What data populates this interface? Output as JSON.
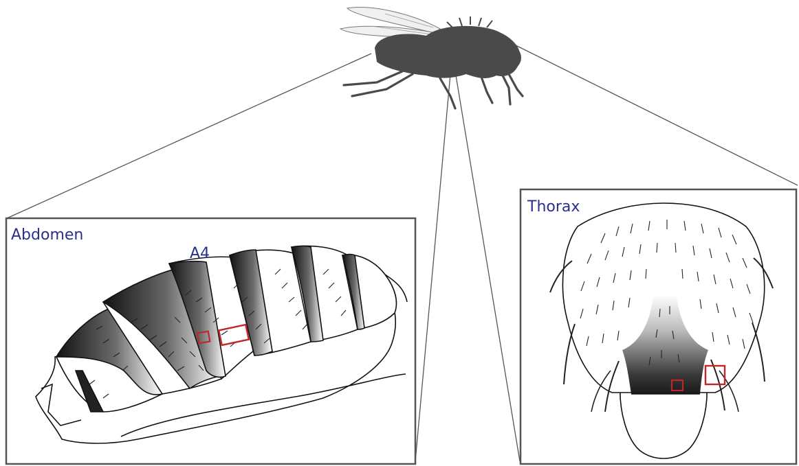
{
  "colors": {
    "label_text": "#2b2f8e",
    "region_box": "#c0262c",
    "fly_silhouette": "#4a4a4a",
    "outline": "#111111",
    "frame": "#555555",
    "band_dark": "#1f1f1f"
  },
  "labels": {
    "abdomen_panel": "Abdomen",
    "abdomen_segment": "A4",
    "thorax_panel": "Thorax"
  },
  "icons": {
    "fly": "fly-silhouette-icon"
  }
}
